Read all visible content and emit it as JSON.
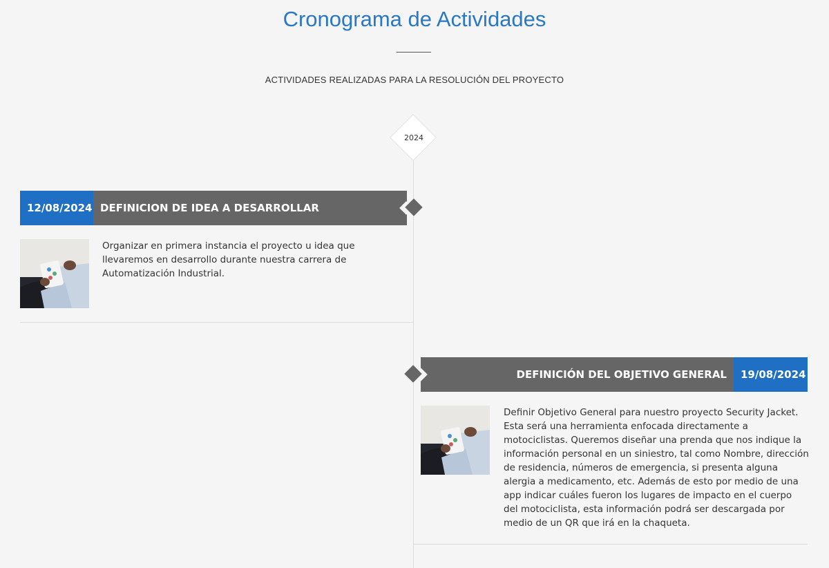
{
  "header": {
    "title": "Cronograma de Actividades",
    "subtitle": "ACTIVIDADES REALIZADAS PARA LA RESOLUCIÓN DEL PROYECTO"
  },
  "timeline": {
    "year": "2024",
    "entries": [
      {
        "date": "12/08/2024",
        "title": "DEFINICION DE IDEA A DESARROLLAR",
        "description": "Organizar en primera instancia el proyecto u idea que llevaremos en desarrollo durante nuestra carrera de Automatización Industrial."
      },
      {
        "date": "19/08/2024",
        "title": "DEFINICIÓN DEL OBJETIVO GENERAL",
        "description": "Definir Objetivo General para nuestro proyecto Security Jacket. Esta será una herramienta enfocada directamente a motociclistas. Queremos diseñar una prenda que nos indique la información personal en un siniestro, tal como Nombre, dirección de residencia, números de emergencia, si presenta alguna alergia a medicamento, etc. Además de esto por medio de una app indicar cuáles fueron los lugares de impacto en el cuerpo del motociclista, esta información podrá ser descargada por medio de un QR que irá en la chaqueta."
      }
    ]
  },
  "colors": {
    "accent": "#2a78c2",
    "date_box": "#1f6fc5",
    "header_bar": "#666666",
    "background": "#f5f5f5"
  }
}
